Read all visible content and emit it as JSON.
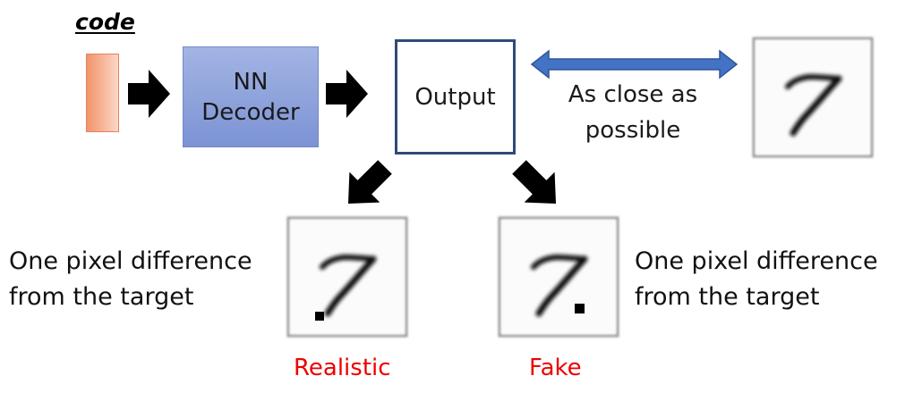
{
  "code_label": "code",
  "decoder": {
    "line1": "NN",
    "line2": "Decoder"
  },
  "output_label": "Output",
  "target_relation": {
    "line1": "As close as",
    "line2": "possible"
  },
  "left_note": {
    "line1": "One pixel difference",
    "line2": "from the target"
  },
  "right_note": {
    "line1": "One pixel difference",
    "line2": "from the target"
  },
  "verdicts": {
    "realistic": "Realistic",
    "fake": "Fake"
  },
  "colors": {
    "code_bar": "#f2936b",
    "decoder_box": "#8fa4dc",
    "output_border": "#2f4a7a",
    "double_arrow": "#4472c4",
    "verdict_text": "#ee0000"
  },
  "icons": [
    "black-right-arrow",
    "black-diagonal-arrow",
    "double-headed-arrow",
    "handwritten-seven-image"
  ]
}
